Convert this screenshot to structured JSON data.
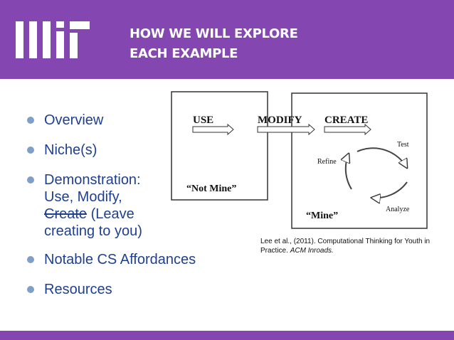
{
  "colors": {
    "brand_purple": "#8446b1",
    "bullet_text": "#1f3f8f",
    "bullet_dot": "#7f9fc8"
  },
  "header": {
    "logo": "MIT logo",
    "title_line1": "HOW WE WILL EXPLORE",
    "title_line2": "EACH EXAMPLE"
  },
  "bullets": {
    "overview": "Overview",
    "niches": "Niche(s)",
    "demo_line1": "Demonstration:",
    "demo_line2": "Use, Modify,",
    "demo_create": "Create",
    "demo_rest": " (Leave",
    "demo_line4": "creating to you)",
    "affordances": "Notable CS Affordances",
    "resources": "Resources"
  },
  "figure": {
    "use": "USE",
    "modify": "MODIFY",
    "create": "CREATE",
    "not_mine": "“Not Mine”",
    "mine": "“Mine”",
    "test": "Test",
    "refine": "Refine",
    "analyze": "Analyze"
  },
  "citation": {
    "text": "Lee et al., (2011). Computational Thinking for Youth in Practice. ",
    "journal": "ACM Inroads."
  }
}
